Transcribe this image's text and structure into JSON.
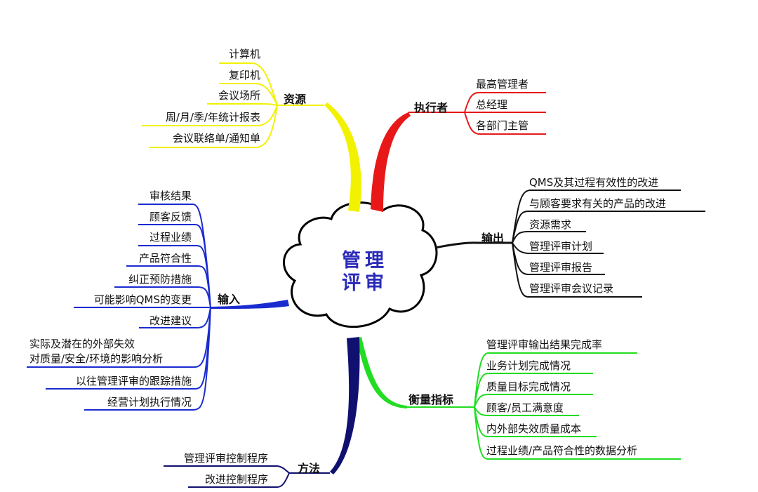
{
  "center": {
    "line1": "管理",
    "line2": "评审"
  },
  "colors": {
    "resources": "#f2f200",
    "executor": "#e81818",
    "output": "#111111",
    "metrics": "#22dd22",
    "method": "#101070",
    "input": "#1a2bd0"
  },
  "branches": {
    "resources": {
      "title": "资源",
      "items": [
        "计算机",
        "复印机",
        "会议场所",
        "周/月/季/年统计报表",
        "会议联络单/通知单"
      ]
    },
    "executor": {
      "title": "执行者",
      "items": [
        "最高管理者",
        "总经理",
        "各部门主管"
      ]
    },
    "output": {
      "title": "输出",
      "items": [
        "QMS及其过程有效性的改进",
        "与顾客要求有关的产品的改进",
        "资源需求",
        "管理评审计划",
        "管理评审报告",
        "管理评审会议记录"
      ]
    },
    "metrics": {
      "title": "衡量指标",
      "items": [
        "管理评审输出结果完成率",
        "业务计划完成情况",
        "质量目标完成情况",
        "顾客/员工满意度",
        "内外部失效质量成本",
        "过程业绩/产品符合性的数据分析"
      ]
    },
    "method": {
      "title": "方法",
      "items": [
        "管理评审控制程序",
        "改进控制程序"
      ]
    },
    "input": {
      "title": "输入",
      "items": [
        "审核结果",
        "顾客反馈",
        "过程业绩",
        "产品符合性",
        "纠正预防措施",
        "可能影响QMS的变更",
        "改进建议",
        "实际及潜在的外部失效",
        "对质量/安全/环境的影响分析",
        "以往管理评审的跟踪措施",
        "经营计划执行情况"
      ]
    }
  }
}
